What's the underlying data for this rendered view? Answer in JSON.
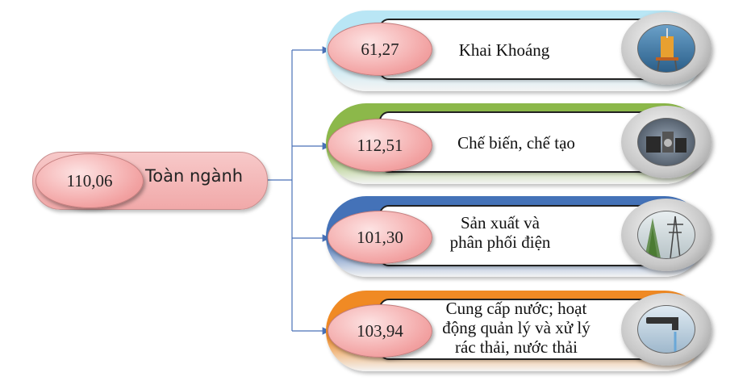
{
  "total": {
    "value": "110,06",
    "label": "Toàn ngành"
  },
  "categories": [
    {
      "value": "61,27",
      "label_lines": [
        "Khai Khoáng"
      ],
      "band_color": "#b9e6f5",
      "icon": "offshore-oil-rig-icon"
    },
    {
      "value": "112,51",
      "label_lines": [
        "Chế biến, chế tạo"
      ],
      "band_color": "#8cb84a",
      "icon": "factory-machinery-icon"
    },
    {
      "value": "101,30",
      "label_lines": [
        "Sản xuất và",
        "phân phối điện"
      ],
      "band_color": "#4472b8",
      "icon": "power-pylon-icon"
    },
    {
      "value": "103,94",
      "label_lines": [
        "Cung cấp nước; hoạt",
        "động quản lý và xử lý",
        "rác thải, nước thải"
      ],
      "band_color": "#f08a24",
      "icon": "water-tap-icon"
    }
  ],
  "colors": {
    "oval_pink": "#f2a1a1",
    "connector_blue": "#4a72b8"
  }
}
